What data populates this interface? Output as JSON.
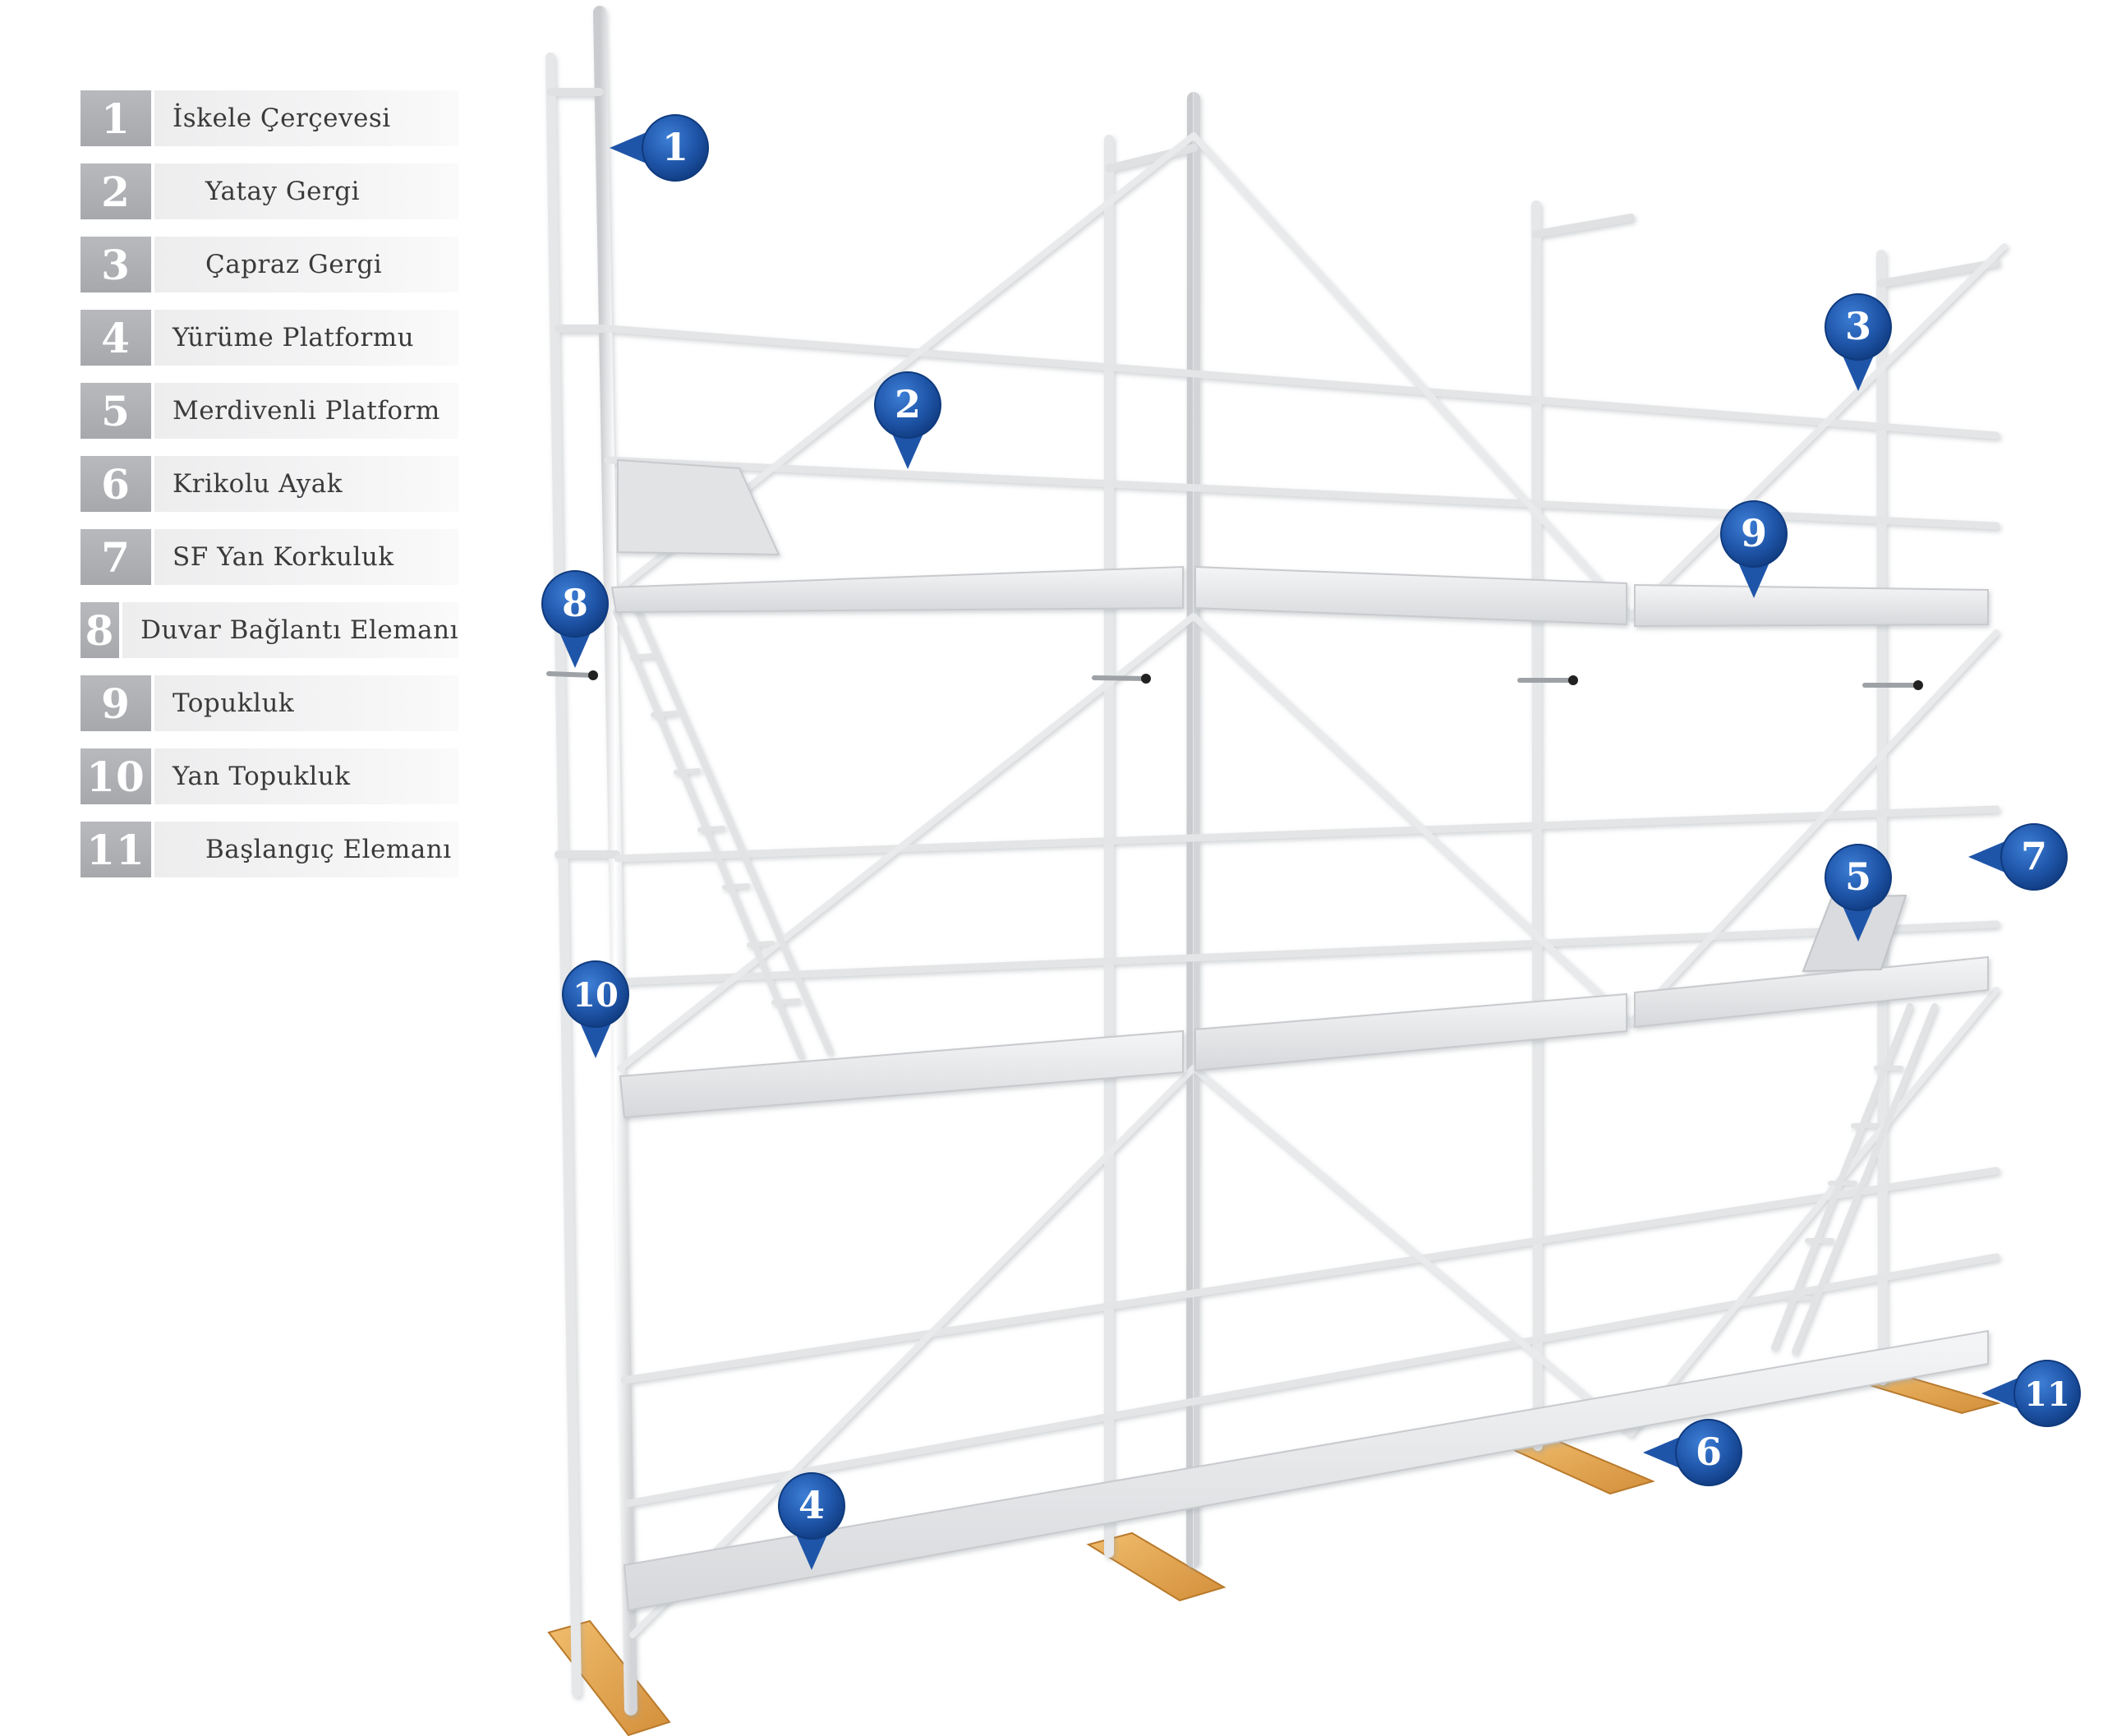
{
  "legend": [
    {
      "num": "1",
      "label": "İskele Çerçevesi"
    },
    {
      "num": "2",
      "label": "Yatay Gergi"
    },
    {
      "num": "3",
      "label": "Çapraz Gergi"
    },
    {
      "num": "4",
      "label": "Yürüme Platformu"
    },
    {
      "num": "5",
      "label": "Merdivenli Platform"
    },
    {
      "num": "6",
      "label": "Krikolu Ayak"
    },
    {
      "num": "7",
      "label": "SF Yan Korkuluk"
    },
    {
      "num": "8",
      "label": "Duvar Bağlantı Elemanı"
    },
    {
      "num": "9",
      "label": "Topukluk"
    },
    {
      "num": "10",
      "label": "Yan Topukluk"
    },
    {
      "num": "11",
      "label": "Başlangıç Elemanı"
    }
  ],
  "markers": [
    "1",
    "2",
    "3",
    "4",
    "5",
    "6",
    "7",
    "8",
    "9",
    "10",
    "11"
  ],
  "colors": {
    "marker": "#1f55a8",
    "marker_dark": "#0f3a7e",
    "legend_num_bg": "#a9abaf",
    "wood": "#e0a451"
  }
}
